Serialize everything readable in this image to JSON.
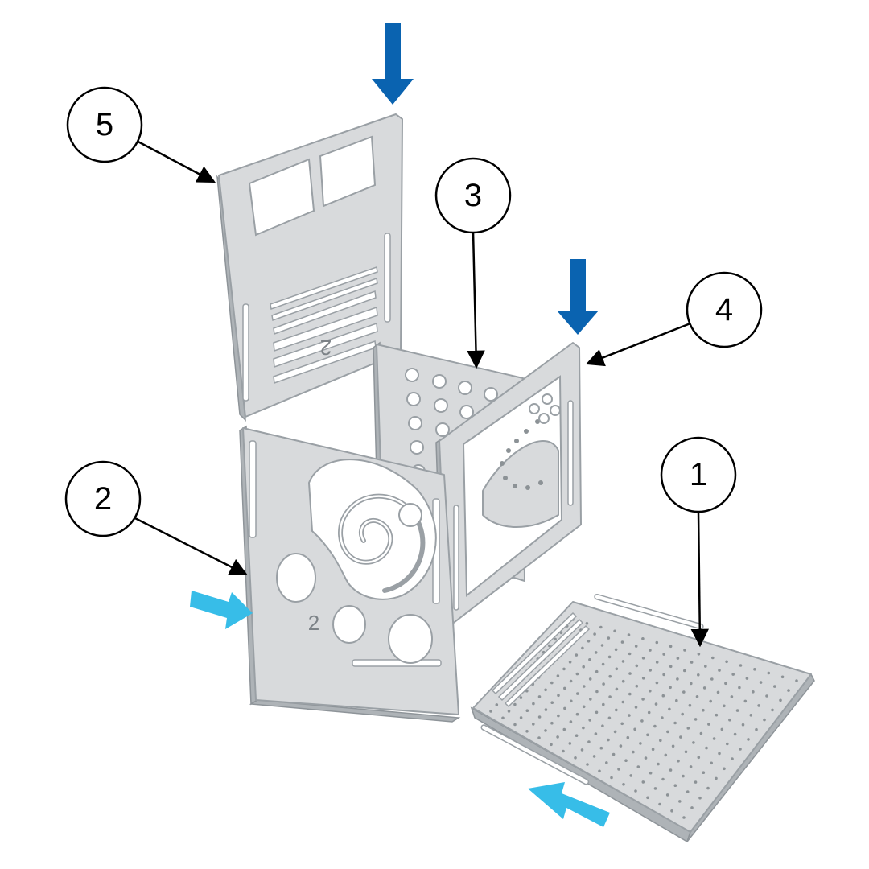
{
  "callouts": [
    {
      "label": "5"
    },
    {
      "label": "3"
    },
    {
      "label": "4"
    },
    {
      "label": "2"
    },
    {
      "label": "1"
    }
  ],
  "plates": {
    "front_number": "2",
    "top_number": "2"
  },
  "colors": {
    "arrow_dark_blue": "#0a63b0",
    "arrow_light_blue": "#37bde8",
    "plate_fill": "#d8dadc",
    "plate_edge": "#9aa0a5"
  },
  "icons": [
    "down-arrow-icon",
    "right-arrow-icon",
    "up-left-arrow-icon"
  ]
}
